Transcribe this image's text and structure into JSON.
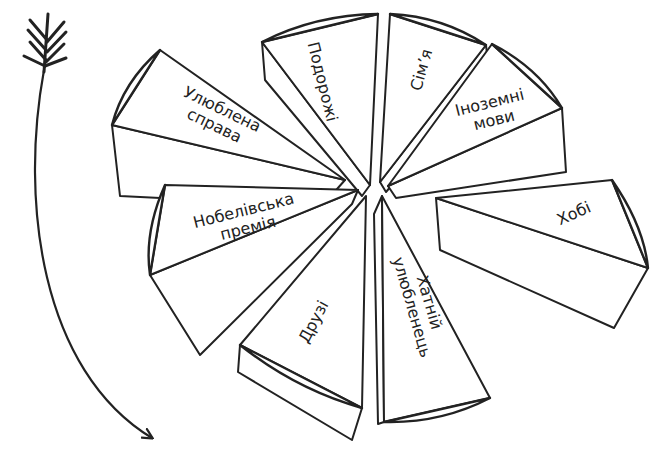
{
  "diagram": {
    "nodes": [
      {
        "text": [
          "Подорожі"
        ]
      },
      {
        "text": [
          "Сім’я"
        ]
      },
      {
        "text": [
          "Іноземні мови"
        ]
      },
      {
        "text": [
          "Улюблена справа"
        ]
      },
      {
        "text": [
          "Хобі"
        ]
      },
      {
        "text": [
          "Нобелівська премія"
        ]
      },
      {
        "text": [
          "Друзі"
        ]
      },
      {
        "text": [
          "Хатній улюбленець"
        ]
      }
    ]
  }
}
